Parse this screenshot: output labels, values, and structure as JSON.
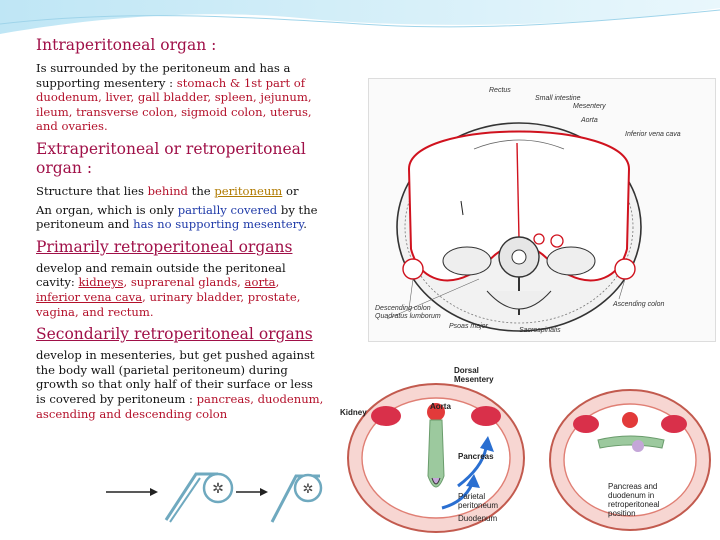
{
  "section1": {
    "heading": "Intraperitoneal organ :",
    "body_start": "Is surrounded by the peritoneum and has a supporting mesentery :  ",
    "body_highlight": "stomach & 1st part of duodenum, liver, gall bladder, spleen, jejunum, ileum, transverse colon, sigmoid colon, uterus, and ovaries."
  },
  "section2": {
    "heading": "Extraperitoneal or retroperitoneal organ :",
    "line1_a": "Structure that lies ",
    "line1_behind": "behind",
    "line1_b": " the ",
    "line1_peritoneum": "peritoneum",
    "line1_c": " or",
    "line2_a": "An organ, which is only ",
    "line2_partially": "partially covered",
    "line2_b": " by the peritoneum and ",
    "line2_nosupport": "has no supporting mesentery",
    "line2_c": "."
  },
  "section3": {
    "heading": "Primarily retroperitoneal organs",
    "body_a": "develop and remain outside the peritoneal cavity:  ",
    "kidneys": "kidneys",
    "body_b": ", suprarenal glands, ",
    "aorta": "aorta",
    "body_c": ", ",
    "ivc": "inferior vena cava",
    "body_d": ", urinary bladder, prostate, vagina, and rectum."
  },
  "section4": {
    "heading": "Secondarily retroperitoneal organs",
    "body": "develop in mesenteries, but get pushed against the body wall (parietal peritoneum) during growth so that only half of their surface or less is covered by peritoneum :",
    "highlight": "pancreas, duodenum, ascending and descending colon"
  },
  "figure1": {
    "labels": {
      "rectus": "Rectus",
      "small_intestine": "Small intestine",
      "mesentery": "Mesentery",
      "aorta": "Aorta",
      "ivc": "Inferior vena cava",
      "descending_colon": "Descending colon",
      "quadratus": "Quadratus lumborum",
      "psoas": "Psoas major",
      "sacrospinalis": "Sacrospinalis",
      "ascending_colon": "Ascending colon"
    }
  },
  "figure2": {
    "labels": {
      "dorsal_mesentery": "Dorsal\nMesentery",
      "aorta": "Aorta",
      "kidney": "Kidney",
      "pancreas": "Pancreas",
      "parietal_peritoneum": "Parietal\nperitoneum",
      "duodenum": "Duodenum",
      "retro": "Pancreas and\nduodenum in\nretroperitoneal\nposition"
    }
  },
  "colors": {
    "heading": "#a01048",
    "red_text": "#b3102a",
    "blue_text": "#1f3aa8",
    "gold_text": "#b07a00",
    "peritoneum_line": "#d0121e"
  }
}
